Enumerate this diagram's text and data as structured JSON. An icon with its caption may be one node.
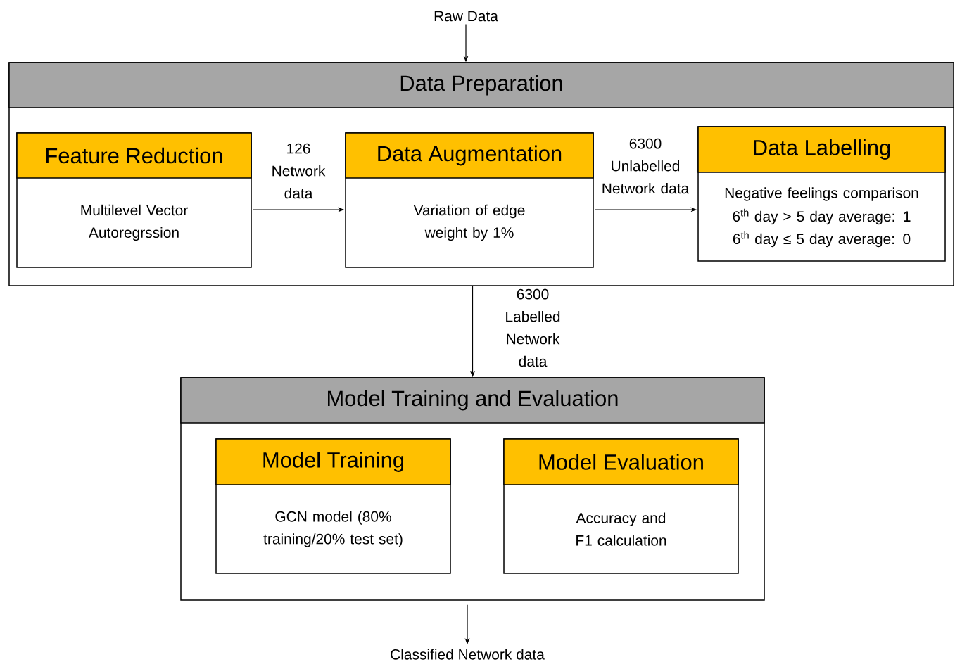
{
  "diagram": {
    "nodes": [
      {
        "text": [
          "Raw Data"
        ]
      },
      {
        "text": [
          "Data Preparation"
        ]
      },
      {
        "text": [
          "Feature Reduction",
          "Multilevel Vector Autoregrssion"
        ],
        "in": 1
      },
      {
        "text": [
          "Data Augmentation",
          "Variation of edge weight by 1%"
        ],
        "in": 1
      },
      {
        "text": [
          "Data Labelling",
          "Negative feelings comparison",
          "6$^{th}$ day > 5 day average: 1",
          "6$^{th}$ day ≤ 5 day average:  0"
        ],
        "in": 1
      },
      {
        "text": [
          "Model Training and Evaluation"
        ]
      },
      {
        "text": [
          "Model Training",
          "GCN model (80% training/20% test set)"
        ],
        "in": 5
      },
      {
        "text": [
          "Model Evaluation",
          "Accuracy and F1 calculation"
        ],
        "in": 5
      },
      {
        "text": [
          "Classified Network data"
        ]
      }
    ],
    "edges": [
      {
        "from": 0,
        "to": 1,
        "arrow": "to"
      },
      {
        "from": 2,
        "to": 3,
        "arrow": "to",
        "label": "126 Network data"
      },
      {
        "from": 3,
        "to": 4,
        "arrow": "to",
        "label": "6300 Unlabelled Network data"
      },
      {
        "from": 1,
        "to": 5,
        "arrow": "to",
        "label": "6300 Labelled Network data"
      },
      {
        "from": 5,
        "to": 8,
        "arrow": "to"
      }
    ]
  }
}
